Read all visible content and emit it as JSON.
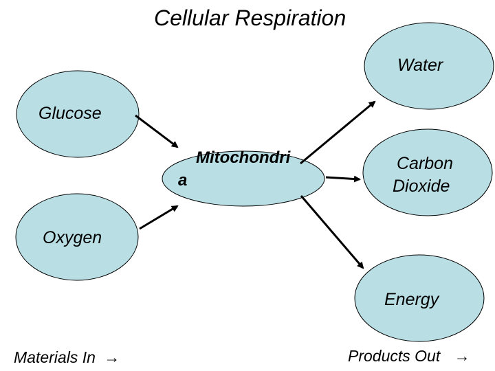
{
  "title": "Cellular Respiration",
  "nodes": {
    "water": {
      "label": "Water"
    },
    "glucose": {
      "label": "Glucose"
    },
    "mitochondria": {
      "label_part1": "Mitochondri",
      "label_part2": "a"
    },
    "carbon_dioxide": {
      "label_line1": "Carbon",
      "label_line2": "Dioxide"
    },
    "oxygen": {
      "label": "Oxygen"
    },
    "energy": {
      "label": "Energy"
    }
  },
  "footer": {
    "materials_in": "Materials In",
    "products_out": "Products Out",
    "arrow_glyph": "→"
  },
  "colors": {
    "node_fill": "#b9dfe5",
    "stroke": "#000000"
  }
}
